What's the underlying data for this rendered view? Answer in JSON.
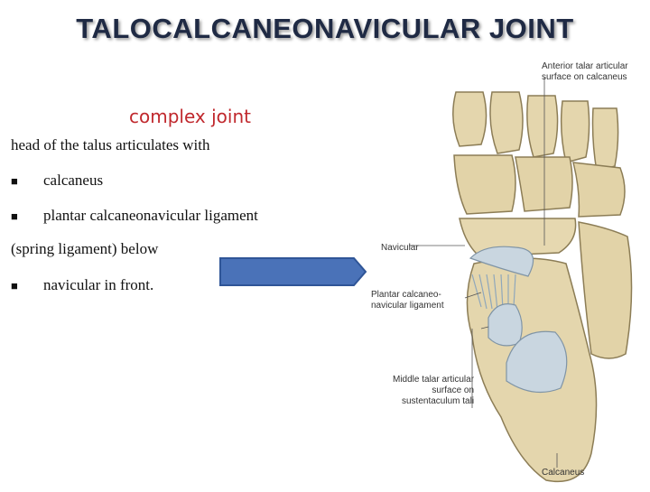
{
  "slide": {
    "title": "TALOCALCANEONAVICULAR JOINT",
    "subtitle": "complex joint",
    "intro": "head of the talus articulates with",
    "bullets": [
      "calcaneus",
      "plantar calcaneonavicular ligament"
    ],
    "continuation": "(spring ligament) below",
    "last_bullet": "navicular in front."
  },
  "figure": {
    "labels": {
      "anterior_line1": "Anterior talar articular",
      "anterior_line2": "surface on calcaneus",
      "navicular": "Navicular",
      "plantar_line1": "Plantar calcaneo-",
      "plantar_line2": "navicular ligament",
      "middle_line1": "Middle talar articular",
      "middle_line2": "surface on",
      "middle_line3": "sustentaculum tali",
      "calcaneus": "Calcaneus"
    }
  },
  "colors": {
    "title": "#1f2a44",
    "subtitle": "#c0282d",
    "arrow_fill": "#4a72b8",
    "arrow_stroke": "#2f5597",
    "bone": "#e4d6ad",
    "cartilage": "#c9d6e0"
  }
}
